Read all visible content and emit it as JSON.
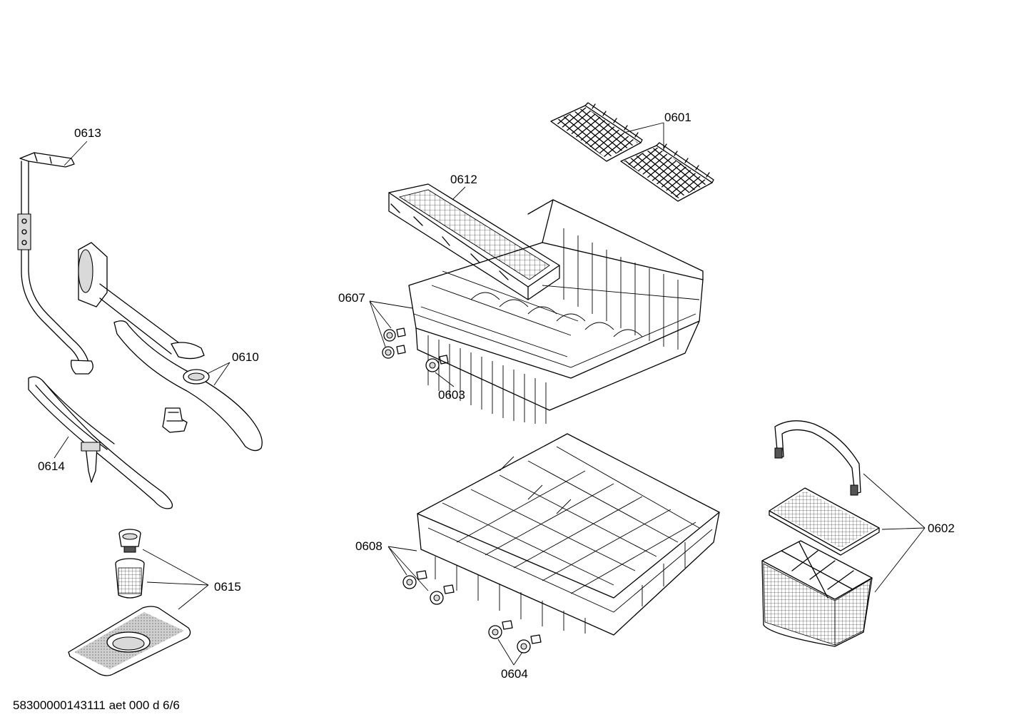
{
  "labels": {
    "p0601": "0601",
    "p0602": "0602",
    "p0603": "0603",
    "p0604": "0604",
    "p0607": "0607",
    "p0608": "0608",
    "p0610": "0610",
    "p0612": "0612",
    "p0613": "0613",
    "p0614": "0614",
    "p0615": "0615"
  },
  "footer": {
    "doc_id": "58300000143111 aet 000 d 6/6"
  }
}
